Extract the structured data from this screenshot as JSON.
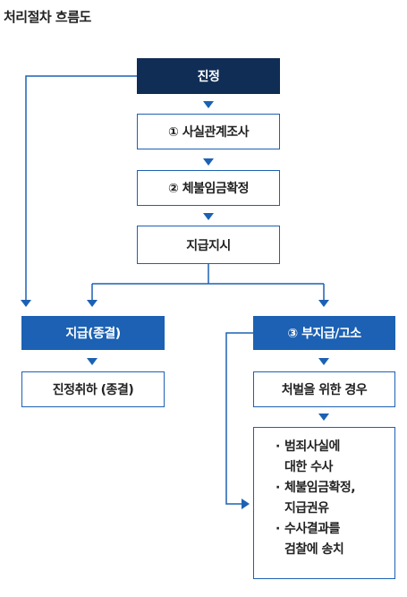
{
  "title": "처리절차 흐름도",
  "nodes": {
    "petition": "진정",
    "step1": "① 사실관계조사",
    "step2": "② 체불임금확정",
    "order": "지급지시",
    "paid": "지급(종결)",
    "paid_result": "진정취하 (종결)",
    "unpaid": "③ 부지급/고소",
    "punish": "처벌을 위한 경우",
    "actions": [
      "범죄사실에\n대한 수사",
      "체불임금확정,\n지급권유",
      "수사결과를\n검찰에 송치"
    ]
  },
  "colors": {
    "dark": "#0f2d55",
    "blue": "#1c61b3",
    "line": "#1c61b3"
  }
}
